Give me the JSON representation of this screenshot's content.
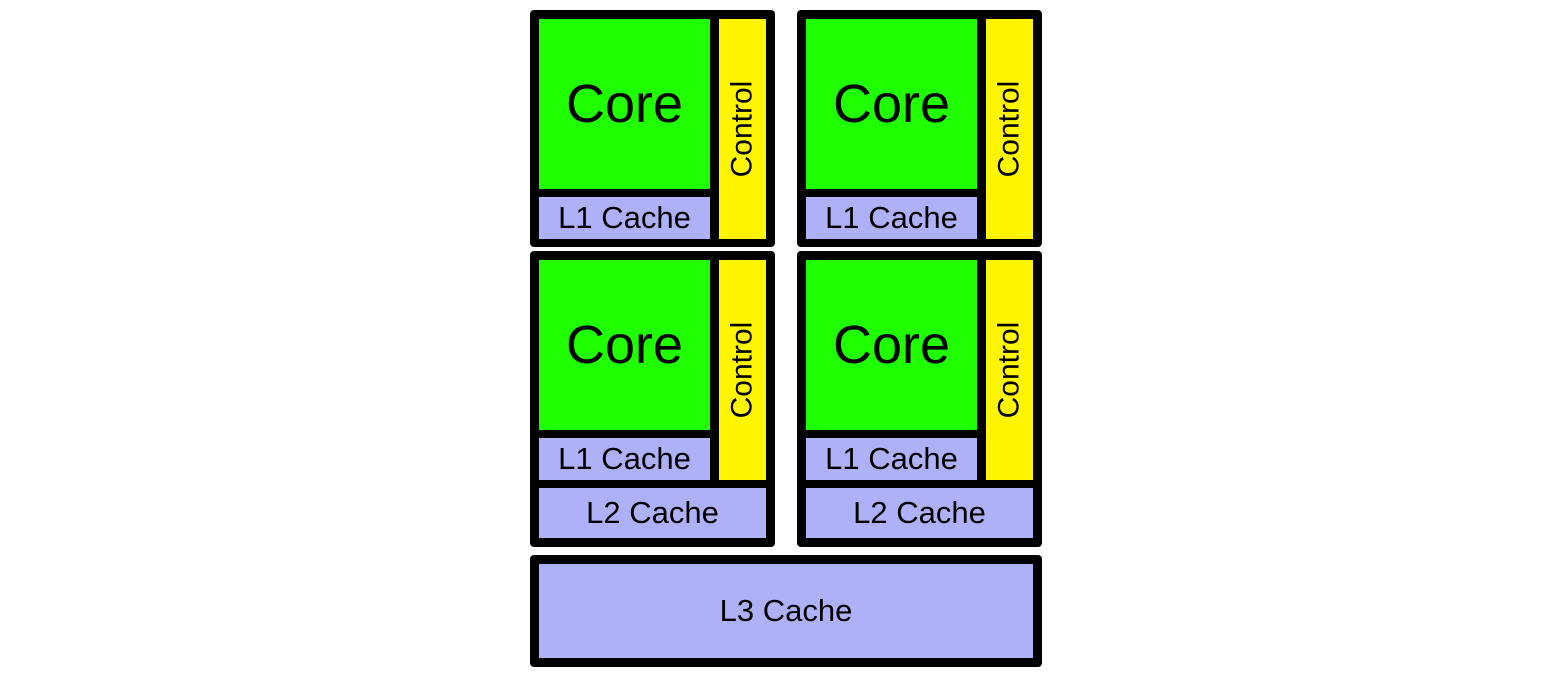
{
  "colors": {
    "core": "#1fff00",
    "control": "#fff500",
    "cache": "#aeb0f8",
    "border": "#000000"
  },
  "cores": [
    {
      "core": "Core",
      "control": "Control",
      "l1": "L1 Cache"
    },
    {
      "core": "Core",
      "control": "Control",
      "l1": "L1 Cache"
    },
    {
      "core": "Core",
      "control": "Control",
      "l1": "L1 Cache",
      "l2": "L2 Cache"
    },
    {
      "core": "Core",
      "control": "Control",
      "l1": "L1 Cache",
      "l2": "L2 Cache"
    }
  ],
  "l3": "L3 Cache"
}
